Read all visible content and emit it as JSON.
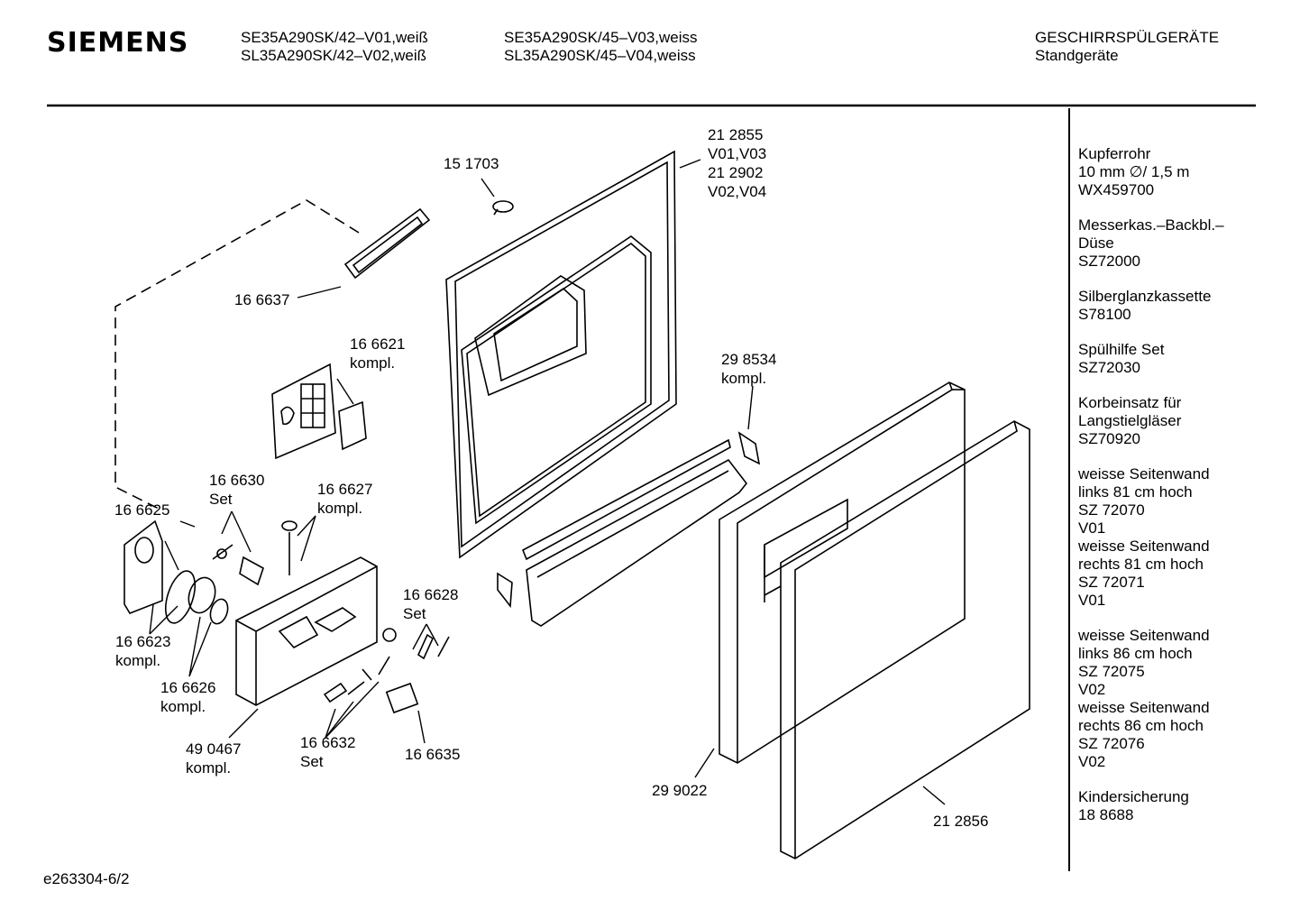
{
  "header": {
    "brand": "SIEMENS",
    "models_col1": [
      "SE35A290SK/42–V01,weiß",
      "SL35A290SK/42–V02,weiß"
    ],
    "models_col2": [
      "SE35A290SK/45–V03,weiss",
      "SL35A290SK/45–V04,weiss"
    ],
    "category": "GESCHIRRSPÜLGERÄTE",
    "subcategory": "Standgeräte"
  },
  "parts": {
    "p151703": "15 1703",
    "p212855": [
      "21 2855",
      "V01,V03",
      "21 2902",
      "V02,V04"
    ],
    "p166637": "16 6637",
    "p166621": [
      "16 6621",
      "kompl."
    ],
    "p298534": [
      "29 8534",
      "kompl."
    ],
    "p166630": [
      "16 6630",
      "Set"
    ],
    "p166627": [
      "16 6627",
      "kompl."
    ],
    "p166625": "16 6625",
    "p166628": [
      "16 6628",
      "Set"
    ],
    "p166623": [
      "16 6623",
      "kompl."
    ],
    "p166626": [
      "16 6626",
      "kompl."
    ],
    "p490467": [
      "49 0467",
      "kompl."
    ],
    "p166632": [
      "16 6632",
      "Set"
    ],
    "p166635": "16 6635",
    "p299022": "29 9022",
    "p212856": "21 2856"
  },
  "accessories": [
    [
      "Kupferrohr",
      "10 mm ∅/ 1,5 m",
      "WX459700"
    ],
    [
      "Messerkas.–Backbl.–",
      "Düse",
      "SZ72000"
    ],
    [
      "Silberglanzkassette",
      "S78100"
    ],
    [
      "Spülhilfe Set",
      "SZ72030"
    ],
    [
      "Korbeinsatz für",
      "Langstielgläser",
      "SZ70920"
    ],
    [
      "weisse Seitenwand",
      "links 81 cm hoch",
      "SZ 72070",
      "V01",
      "weisse Seitenwand",
      "rechts 81 cm hoch",
      "SZ 72071",
      "V01"
    ],
    [
      "weisse Seitenwand",
      "links 86 cm hoch",
      "SZ 72075",
      "V02",
      "weisse Seitenwand",
      "rechts 86 cm hoch",
      "SZ 72076",
      "V02"
    ],
    [
      "Kindersicherung",
      "18 8688"
    ]
  ],
  "footer": {
    "drawing_id": "e263304-6/2"
  }
}
